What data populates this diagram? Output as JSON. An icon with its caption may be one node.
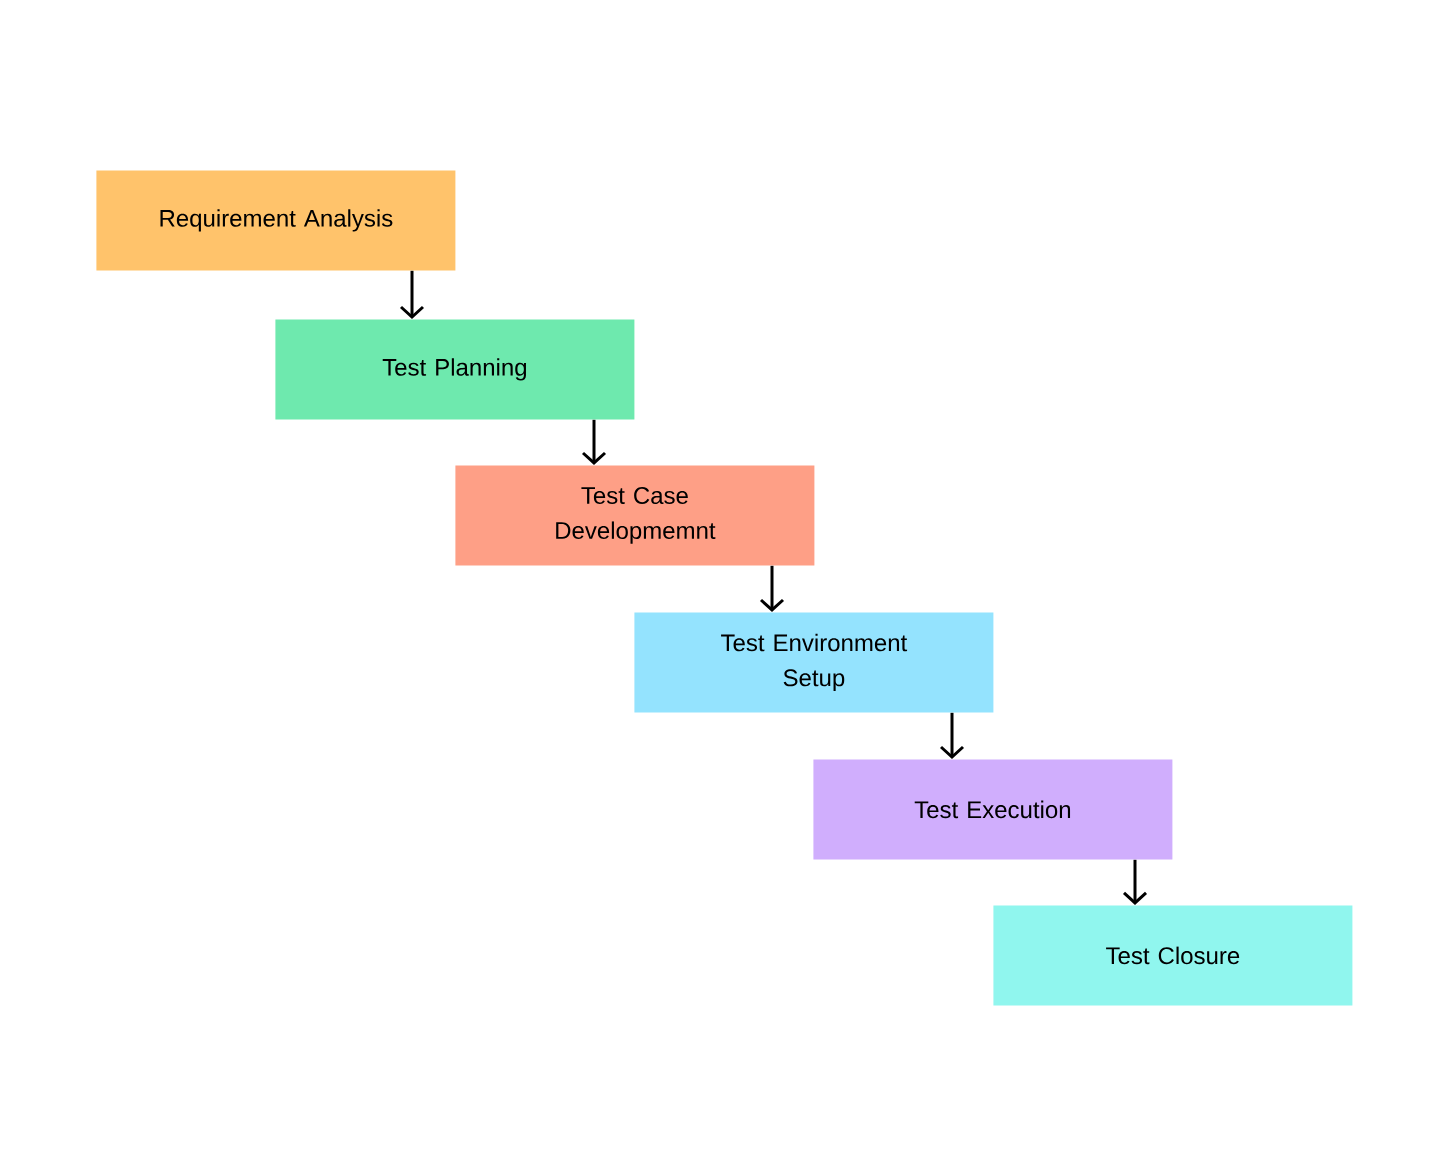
{
  "diagram": {
    "nodes": [
      {
        "text": [
          "Requirement Analysis"
        ]
      },
      {
        "text": [
          "Test Planning"
        ]
      },
      {
        "text": [
          "Test Case Developmemnt"
        ]
      },
      {
        "text": [
          "Test Environment Setup"
        ]
      },
      {
        "text": [
          "Test Execution"
        ]
      },
      {
        "text": [
          "Test Closure"
        ]
      }
    ],
    "edges": [
      {
        "from": 0,
        "to": 1,
        "arrow": "to"
      },
      {
        "from": 1,
        "to": 2,
        "arrow": "to"
      },
      {
        "from": 2,
        "to": 3,
        "arrow": "to"
      },
      {
        "from": 3,
        "to": 4,
        "arrow": "to"
      },
      {
        "from": 4,
        "to": 5,
        "arrow": "to"
      }
    ]
  }
}
